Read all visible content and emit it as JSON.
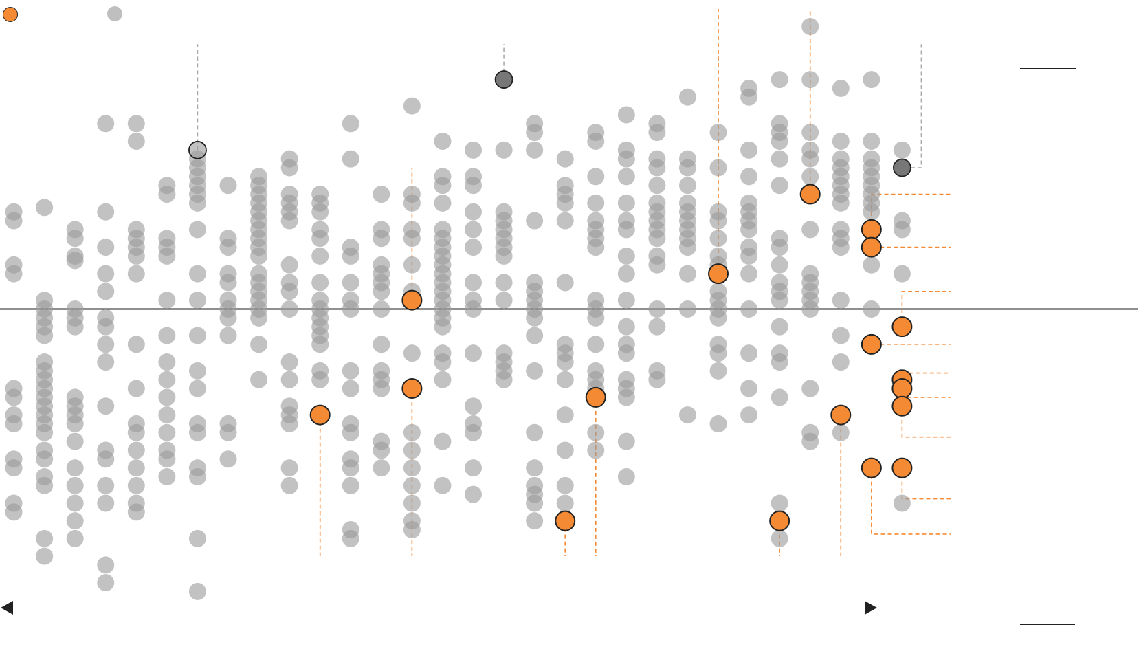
{
  "colors": {
    "highlight": "#f58a35",
    "highlight_stroke": "#222222",
    "other": "#9a9a9a",
    "baseline": "#222222",
    "leader_highlight": "#f58a35",
    "leader_other": "#aaaaaa"
  },
  "icons": {
    "legend_highlight": "orange-circle-icon",
    "legend_other": "grey-circle-icon",
    "left": "triangle-left-icon",
    "right": "triangle-right-icon"
  },
  "chart_data": {
    "type": "scatter",
    "title": "",
    "xlabel": "",
    "ylabel": "",
    "grid": false,
    "legend": "top-left",
    "baseline_y": 0,
    "xlim": [
      -0.45,
      36.8
    ],
    "ylim": [
      -8.2,
      7.0
    ],
    "columns": [
      {
        "x": 0,
        "y": [
          2.2,
          2.0,
          1.0,
          0.8,
          -1.8,
          -2.0,
          -2.4,
          -2.6,
          -3.4,
          -3.6,
          -4.4,
          -4.6
        ]
      },
      {
        "x": 1,
        "y": [
          2.3,
          0.2,
          0.0,
          -0.2,
          -0.4,
          -0.6,
          -1.2,
          -1.4,
          -1.6,
          -1.8,
          -2.0,
          -2.2,
          -2.4,
          -2.6,
          -2.8,
          -3.2,
          -3.4,
          -3.8,
          -4.0,
          -5.2,
          -5.6
        ]
      },
      {
        "x": 2,
        "y": [
          1.8,
          1.6,
          1.2,
          1.1,
          0.0,
          -0.2,
          -0.4,
          -2.0,
          -2.2,
          -2.4,
          -2.6,
          -3.0,
          -3.6,
          -4.0,
          -4.4,
          -4.8,
          -5.2
        ]
      },
      {
        "x": 3,
        "y": [
          4.2,
          2.2,
          1.4,
          0.8,
          0.4,
          -0.2,
          -0.4,
          -0.8,
          -1.2,
          -2.2,
          -3.2,
          -3.4,
          -4.0,
          -4.4,
          -5.8,
          -6.2
        ]
      },
      {
        "x": 4,
        "y": [
          4.2,
          3.8,
          1.8,
          1.6,
          1.4,
          1.2,
          0.8,
          -0.8,
          -1.8,
          -2.6,
          -2.8,
          -3.2,
          -3.6,
          -4.0,
          -4.4,
          -4.6
        ]
      },
      {
        "x": 5,
        "y": [
          2.8,
          2.6,
          1.6,
          1.4,
          1.2,
          0.2,
          -0.6,
          -1.2,
          -1.6,
          -2.0,
          -2.4,
          -2.8,
          -3.2,
          -3.4,
          -3.8
        ]
      },
      {
        "x": 6,
        "y": [
          3.6,
          3.4,
          3.2,
          3.0,
          2.8,
          2.6,
          2.4,
          1.8,
          0.8,
          0.2,
          -0.6,
          -1.4,
          -1.8,
          -2.6,
          -2.8,
          -3.6,
          -3.8,
          -5.2,
          -6.4
        ]
      },
      {
        "x": 7,
        "y": [
          2.8,
          1.6,
          1.4,
          0.8,
          0.6,
          0.2,
          0.0,
          -0.2,
          -0.6,
          -2.6,
          -2.8,
          -3.4
        ]
      },
      {
        "x": 8,
        "y": [
          3.0,
          2.8,
          2.6,
          2.4,
          2.2,
          2.0,
          1.8,
          1.6,
          1.4,
          1.2,
          0.8,
          0.6,
          0.4,
          0.2,
          0.0,
          -0.2,
          -0.8,
          -1.6
        ]
      },
      {
        "x": 9,
        "y": [
          3.4,
          3.2,
          2.6,
          2.4,
          2.2,
          2.0,
          1.0,
          0.6,
          0.4,
          0.0,
          -1.2,
          -1.6,
          -2.2,
          -2.4,
          -2.6,
          -3.6,
          -4.0
        ]
      },
      {
        "x": 10,
        "y": [
          2.6,
          2.4,
          2.2,
          1.8,
          1.6,
          1.2,
          0.6,
          0.2,
          0.0,
          -0.2,
          -0.4,
          -0.6,
          -0.8,
          -1.4,
          -1.6,
          -2.4
        ]
      },
      {
        "x": 11,
        "y": [
          4.2,
          3.4,
          1.4,
          1.2,
          0.6,
          0.2,
          0.0,
          -1.4,
          -1.8,
          -2.6,
          -2.8,
          -3.4,
          -3.6,
          -4.0,
          -5.0,
          -5.2
        ]
      },
      {
        "x": 12,
        "y": [
          2.6,
          1.8,
          1.6,
          1.0,
          0.8,
          0.6,
          0.4,
          0.0,
          -0.8,
          -1.4,
          -1.6,
          -1.8,
          -3.0,
          -3.2,
          -3.6
        ]
      },
      {
        "x": 13,
        "y": [
          4.6,
          2.6,
          2.4,
          1.8,
          1.6,
          1.0,
          0.4,
          0.2,
          -1.0,
          -1.8,
          -2.8,
          -3.2,
          -3.6,
          -4.0,
          -4.4,
          -4.8,
          -5.0
        ]
      },
      {
        "x": 14,
        "y": [
          3.8,
          3.0,
          2.8,
          2.4,
          1.8,
          1.6,
          1.4,
          1.2,
          1.0,
          0.8,
          0.6,
          0.4,
          0.2,
          0.0,
          -0.2,
          -0.4,
          -1.0,
          -1.2,
          -1.6,
          -3.0,
          -4.0
        ]
      },
      {
        "x": 15,
        "y": [
          3.6,
          3.0,
          2.8,
          2.2,
          1.8,
          1.4,
          0.6,
          0.2,
          0.0,
          -1.0,
          -2.2,
          -2.6,
          -2.8,
          -3.6,
          -4.2
        ]
      },
      {
        "x": 16,
        "y": [
          3.6,
          2.2,
          2.0,
          1.8,
          1.6,
          1.4,
          1.2,
          0.6,
          0.2,
          -1.0,
          -1.2,
          -1.4,
          -1.6
        ]
      },
      {
        "x": 17,
        "y": [
          4.2,
          4.0,
          3.6,
          2.0,
          0.6,
          0.4,
          0.2,
          0.0,
          -0.2,
          -0.6,
          -1.4,
          -2.8,
          -3.6,
          -4.0,
          -4.2,
          -4.4,
          -4.8
        ]
      },
      {
        "x": 18,
        "y": [
          3.4,
          2.8,
          2.6,
          2.4,
          2.0,
          0.6,
          -0.8,
          -1.0,
          -1.2,
          -1.6,
          -2.4,
          -3.2,
          -4.0,
          -4.4
        ]
      },
      {
        "x": 19,
        "y": [
          4.0,
          3.8,
          3.0,
          2.4,
          2.0,
          1.8,
          1.6,
          1.4,
          0.2,
          0.0,
          -0.2,
          -0.8,
          -1.4,
          -1.6,
          -1.8,
          -2.0,
          -2.8,
          -3.2
        ]
      },
      {
        "x": 20,
        "y": [
          4.4,
          3.6,
          3.4,
          3.0,
          2.4,
          2.0,
          1.8,
          1.2,
          0.8,
          0.2,
          -0.4,
          -0.8,
          -1.0,
          -1.6,
          -1.8,
          -2.0,
          -3.0,
          -3.8
        ]
      },
      {
        "x": 21,
        "y": [
          4.2,
          4.0,
          3.4,
          3.2,
          2.8,
          2.4,
          2.2,
          2.0,
          1.8,
          1.6,
          1.2,
          1.0,
          0.0,
          -0.4,
          -1.4,
          -1.6
        ]
      },
      {
        "x": 22,
        "y": [
          4.8,
          3.4,
          3.2,
          2.8,
          2.4,
          2.2,
          2.0,
          1.8,
          1.6,
          1.4,
          0.8,
          0.0,
          -2.4
        ]
      },
      {
        "x": 23,
        "y": [
          4.0,
          3.2,
          2.2,
          2.0,
          1.6,
          1.2,
          1.0,
          0.8,
          0.4,
          0.2,
          0.0,
          -0.2,
          -0.8,
          -1.0,
          -1.4,
          -2.6
        ]
      },
      {
        "x": 24,
        "y": [
          5.0,
          4.8,
          3.6,
          3.0,
          2.4,
          2.2,
          2.0,
          1.8,
          1.4,
          1.2,
          0.8,
          0.0,
          -1.0,
          -1.8,
          -2.4
        ]
      },
      {
        "x": 25,
        "y": [
          5.2,
          4.2,
          4.0,
          3.8,
          3.4,
          2.8,
          1.6,
          1.4,
          1.0,
          0.6,
          0.4,
          0.2,
          -0.4,
          -1.0,
          -1.2,
          -2.0,
          -4.4,
          -5.2
        ]
      },
      {
        "x": 26,
        "y": [
          6.4,
          5.2,
          4.0,
          3.6,
          3.4,
          3.0,
          1.8,
          0.8,
          0.6,
          0.4,
          0.2,
          0.0,
          -1.8,
          -2.8,
          -3.0
        ]
      },
      {
        "x": 27,
        "y": [
          5.0,
          3.8,
          3.4,
          3.2,
          3.0,
          2.8,
          2.6,
          2.4,
          1.8,
          1.6,
          1.4,
          0.2,
          -0.6,
          -1.2,
          -2.8
        ]
      },
      {
        "x": 28,
        "y": [
          5.2,
          3.8,
          3.4,
          3.2,
          3.0,
          2.8,
          2.6,
          2.4,
          2.2,
          1.0,
          0.0
        ]
      },
      {
        "x": 29,
        "y": [
          3.6,
          2.0,
          1.8,
          0.8,
          -4.4
        ]
      }
    ],
    "highlighted_points": [
      {
        "x": 10,
        "y": -2.4
      },
      {
        "x": 13,
        "y": 0.2
      },
      {
        "x": 13,
        "y": -1.8
      },
      {
        "x": 18,
        "y": -4.8
      },
      {
        "x": 19,
        "y": -2.0
      },
      {
        "x": 23,
        "y": 0.8
      },
      {
        "x": 25,
        "y": -4.8
      },
      {
        "x": 26,
        "y": 2.6
      },
      {
        "x": 27,
        "y": -2.4
      },
      {
        "x": 28,
        "y": 1.8
      },
      {
        "x": 28,
        "y": 1.4
      },
      {
        "x": 28,
        "y": -0.8
      },
      {
        "x": 28,
        "y": -3.6
      },
      {
        "x": 29,
        "y": -0.4
      },
      {
        "x": 29,
        "y": -1.6
      },
      {
        "x": 29,
        "y": -1.8
      },
      {
        "x": 29,
        "y": -2.2
      },
      {
        "x": 29,
        "y": -3.6
      }
    ],
    "annotated_points": [
      {
        "x": 6,
        "y": 3.6,
        "style": "outline"
      },
      {
        "x": 16,
        "y": 5.2,
        "style": "filled"
      },
      {
        "x": 29,
        "y": 3.2,
        "style": "filled"
      }
    ],
    "leaders": [
      {
        "x": 6,
        "y": 3.6,
        "direction": "up",
        "to_y": 6.0,
        "style": "other"
      },
      {
        "x": 16,
        "y": 5.2,
        "direction": "up",
        "to_y": 6.0,
        "style": "other"
      },
      {
        "x": 29,
        "y": 3.2,
        "direction": "right-up",
        "to_y": 6.0,
        "style": "other"
      },
      {
        "x": 10,
        "y": -2.4,
        "direction": "down",
        "to_y": -5.6,
        "style": "highlight"
      },
      {
        "x": 13,
        "y": 0.2,
        "direction": "up",
        "to_y": 3.2,
        "style": "highlight"
      },
      {
        "x": 13,
        "y": -1.8,
        "direction": "down",
        "to_y": -5.6,
        "style": "highlight"
      },
      {
        "x": 18,
        "y": -4.8,
        "direction": "down",
        "to_y": -5.6,
        "style": "highlight"
      },
      {
        "x": 19,
        "y": -2.0,
        "direction": "down",
        "to_y": -5.6,
        "style": "highlight"
      },
      {
        "x": 23,
        "y": 0.8,
        "direction": "up",
        "to_y": 6.8,
        "style": "highlight"
      },
      {
        "x": 25,
        "y": -4.8,
        "direction": "down",
        "to_y": -5.6,
        "style": "highlight"
      },
      {
        "x": 26,
        "y": 2.6,
        "direction": "up",
        "to_y": 6.8,
        "style": "highlight"
      },
      {
        "x": 27,
        "y": -2.4,
        "direction": "down",
        "to_y": -5.6,
        "style": "highlight"
      },
      {
        "x": 28,
        "y": 1.8,
        "direction": "right",
        "to_y": 2.6,
        "style": "highlight"
      },
      {
        "x": 28,
        "y": 1.4,
        "direction": "right",
        "to_y": 1.4,
        "style": "highlight"
      },
      {
        "x": 28,
        "y": -0.8,
        "direction": "right",
        "to_y": -0.8,
        "style": "highlight"
      },
      {
        "x": 28,
        "y": -3.6,
        "direction": "right",
        "to_y": -5.1,
        "style": "highlight"
      },
      {
        "x": 29,
        "y": -0.4,
        "direction": "right",
        "to_y": 0.4,
        "style": "highlight"
      },
      {
        "x": 29,
        "y": -1.6,
        "direction": "right",
        "to_y": -1.45,
        "style": "highlight"
      },
      {
        "x": 29,
        "y": -1.8,
        "direction": "right",
        "to_y": -2.0,
        "style": "highlight"
      },
      {
        "x": 29,
        "y": -2.2,
        "direction": "right",
        "to_y": -2.9,
        "style": "highlight"
      },
      {
        "x": 29,
        "y": -3.6,
        "direction": "right",
        "to_y": -4.3,
        "style": "highlight"
      }
    ]
  }
}
